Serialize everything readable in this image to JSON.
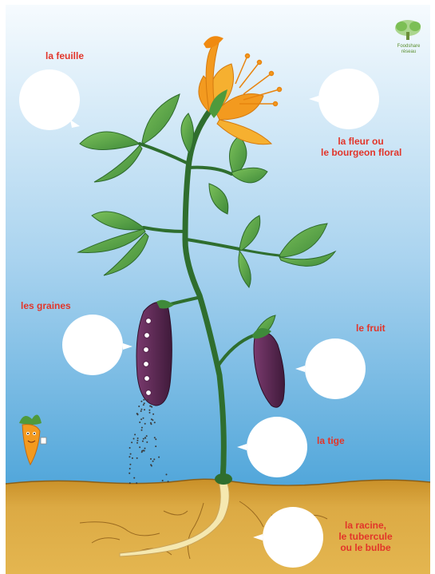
{
  "labels": {
    "leaf": "la feuille",
    "flower_line1": "la fleur ou",
    "flower_line2": "le bourgeon floral",
    "seeds": "les graines",
    "fruit": "le fruit",
    "stem": "la tige",
    "root_line1": "la racine,",
    "root_line2": "le tubercule",
    "root_line3": "ou le bulbe"
  },
  "logo": {
    "name": "Foodshare",
    "tagline": "réseau"
  },
  "colors": {
    "label_red": "#e2352a",
    "sky_top": "#f4f9fd",
    "sky_bottom": "#2f95d2",
    "soil": "#d6a43a",
    "stem": "#2f6e2e",
    "leaf": "#5ea646",
    "flower": "#f39a1f",
    "fruit": "#5a2550",
    "root": "#f5e8b0"
  }
}
